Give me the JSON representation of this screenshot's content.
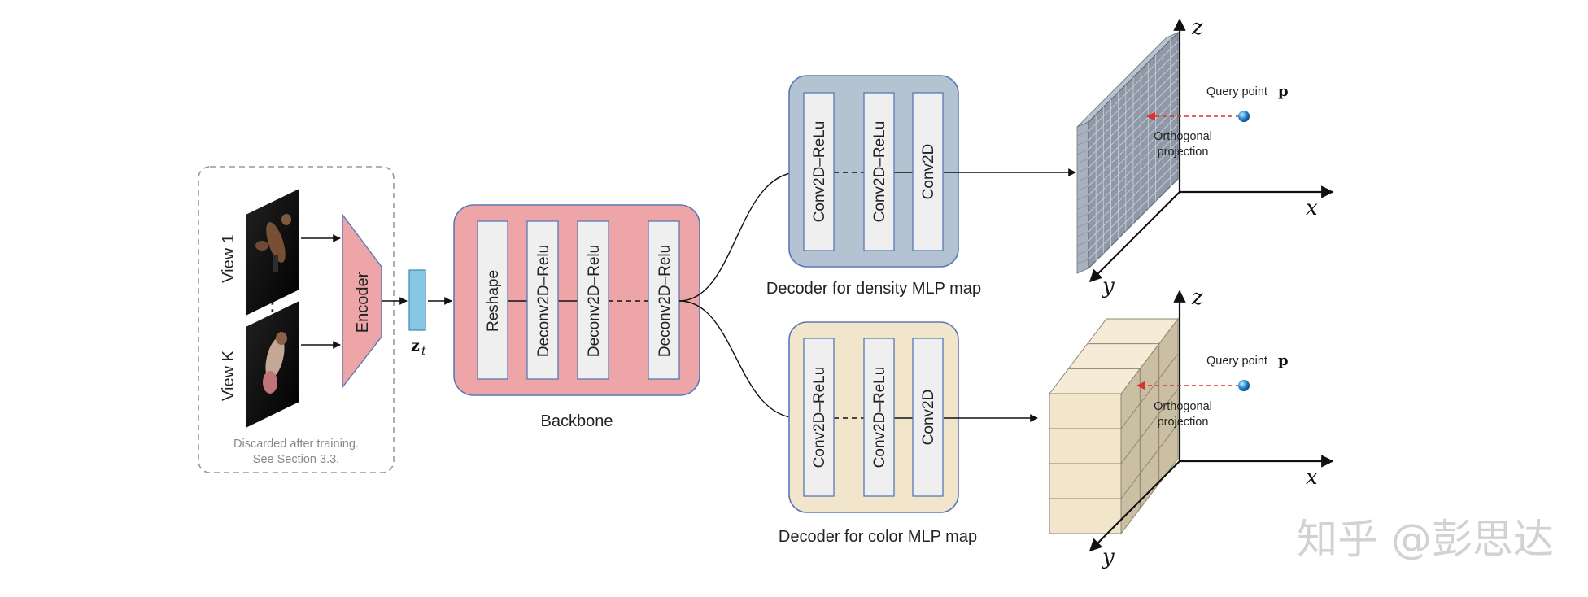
{
  "views": {
    "view1_label": "View 1",
    "viewk_label": "View K",
    "ellipsis": "⋮",
    "note_line1": "Discarded after training.",
    "note_line2": "See Section 3.3."
  },
  "encoder": {
    "label": "Encoder",
    "latent_label": "z",
    "latent_sub": "t"
  },
  "backbone": {
    "caption": "Backbone",
    "layers": [
      "Reshape",
      "Deconv2D–Relu",
      "Deconv2D–Relu",
      "Deconv2D–Relu"
    ]
  },
  "density_decoder": {
    "caption": "Decoder for density MLP map",
    "layers": [
      "Conv2D–ReLu",
      "Conv2D–ReLu",
      "Conv2D"
    ]
  },
  "color_decoder": {
    "caption": "Decoder for color MLP map",
    "layers": [
      "Conv2D–ReLu",
      "Conv2D–ReLu",
      "Conv2D"
    ]
  },
  "density_axes": {
    "z": "z",
    "x": "x",
    "y": "y",
    "query_label": "Query point",
    "query_symbol": "p",
    "proj_line1": "Orthogonal",
    "proj_line2": "projection"
  },
  "color_axes": {
    "z": "z",
    "x": "x",
    "y": "y",
    "query_label": "Query point",
    "query_symbol": "p",
    "proj_line1": "Orthogonal",
    "proj_line2": "projection"
  },
  "watermark": "知乎 @彭思达",
  "colors": {
    "backbone_fill": "#eea5a8",
    "density_fill": "#b4c3d1",
    "color_fill": "#f1e5cc",
    "box_stroke": "#5b78b6",
    "encoder_fill": "#eea5a8",
    "latent_fill": "#87c7e4",
    "grid_fill": "#8e98a6",
    "cube_face": "#f1e5cc",
    "cube_side": "#cbbfa3"
  }
}
